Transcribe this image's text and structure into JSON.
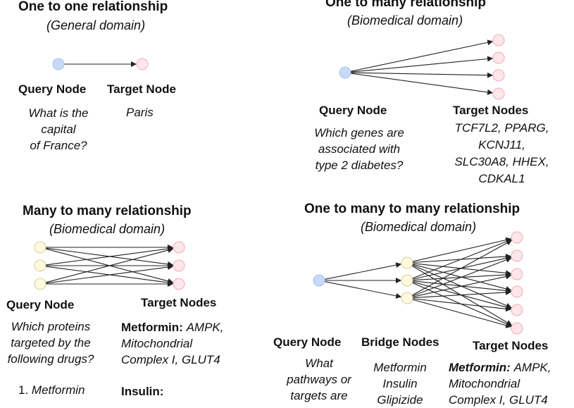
{
  "colors": {
    "query_node_fill": "#c9daf8",
    "bridge_node_fill": "#fff9e0",
    "target_node_fill": "#fde7ea",
    "edge_color": "#222222"
  },
  "panel1": {
    "title": "One to one relationship",
    "subtitle": "(General domain)",
    "query_label": "Query Node",
    "target_label": "Target Node",
    "question_lines": [
      "What is the",
      "capital",
      "of France?"
    ],
    "answer": "Paris"
  },
  "panel2": {
    "title": "One to many relationship",
    "subtitle": "(Biomedical domain)",
    "query_label": "Query Node",
    "target_label": "Target Nodes",
    "question_lines": [
      "Which genes are",
      "associated with",
      "type 2 diabetes?"
    ],
    "answer_lines": [
      "TCF7L2, PPARG,",
      "KCNJ11,",
      "SLC30A8, HHEX,",
      "CDKAL1"
    ]
  },
  "panel3": {
    "title": "Many to many relationship",
    "subtitle": "(Biomedical domain)",
    "query_label": "Query Node",
    "target_label": "Target Nodes",
    "question_lines": [
      "Which proteins",
      "targeted by the",
      "following drugs?"
    ],
    "list_item_1_number": "1.",
    "list_item_1_text": "Metformin",
    "answer_drug": "Metformin:",
    "answer_targets_lines": [
      "AMPK,",
      "Mitochondrial",
      "Complex I, GLUT4"
    ],
    "answer_drug_2": "Insulin:"
  },
  "panel4": {
    "title": "One to many to many relationship",
    "subtitle": "(Biomedical domain)",
    "query_label": "Query Node",
    "bridge_label": "Bridge Nodes",
    "target_label": "Target Nodes",
    "question_lines": [
      "What",
      "pathways or",
      "targets are"
    ],
    "bridge_lines": [
      "Metformin",
      "Insulin",
      "Glipizide"
    ],
    "answer_drug": "Metformin:",
    "answer_targets_lines": [
      "AMPK,",
      "Mitochondrial",
      "Complex I, GLUT4"
    ]
  }
}
